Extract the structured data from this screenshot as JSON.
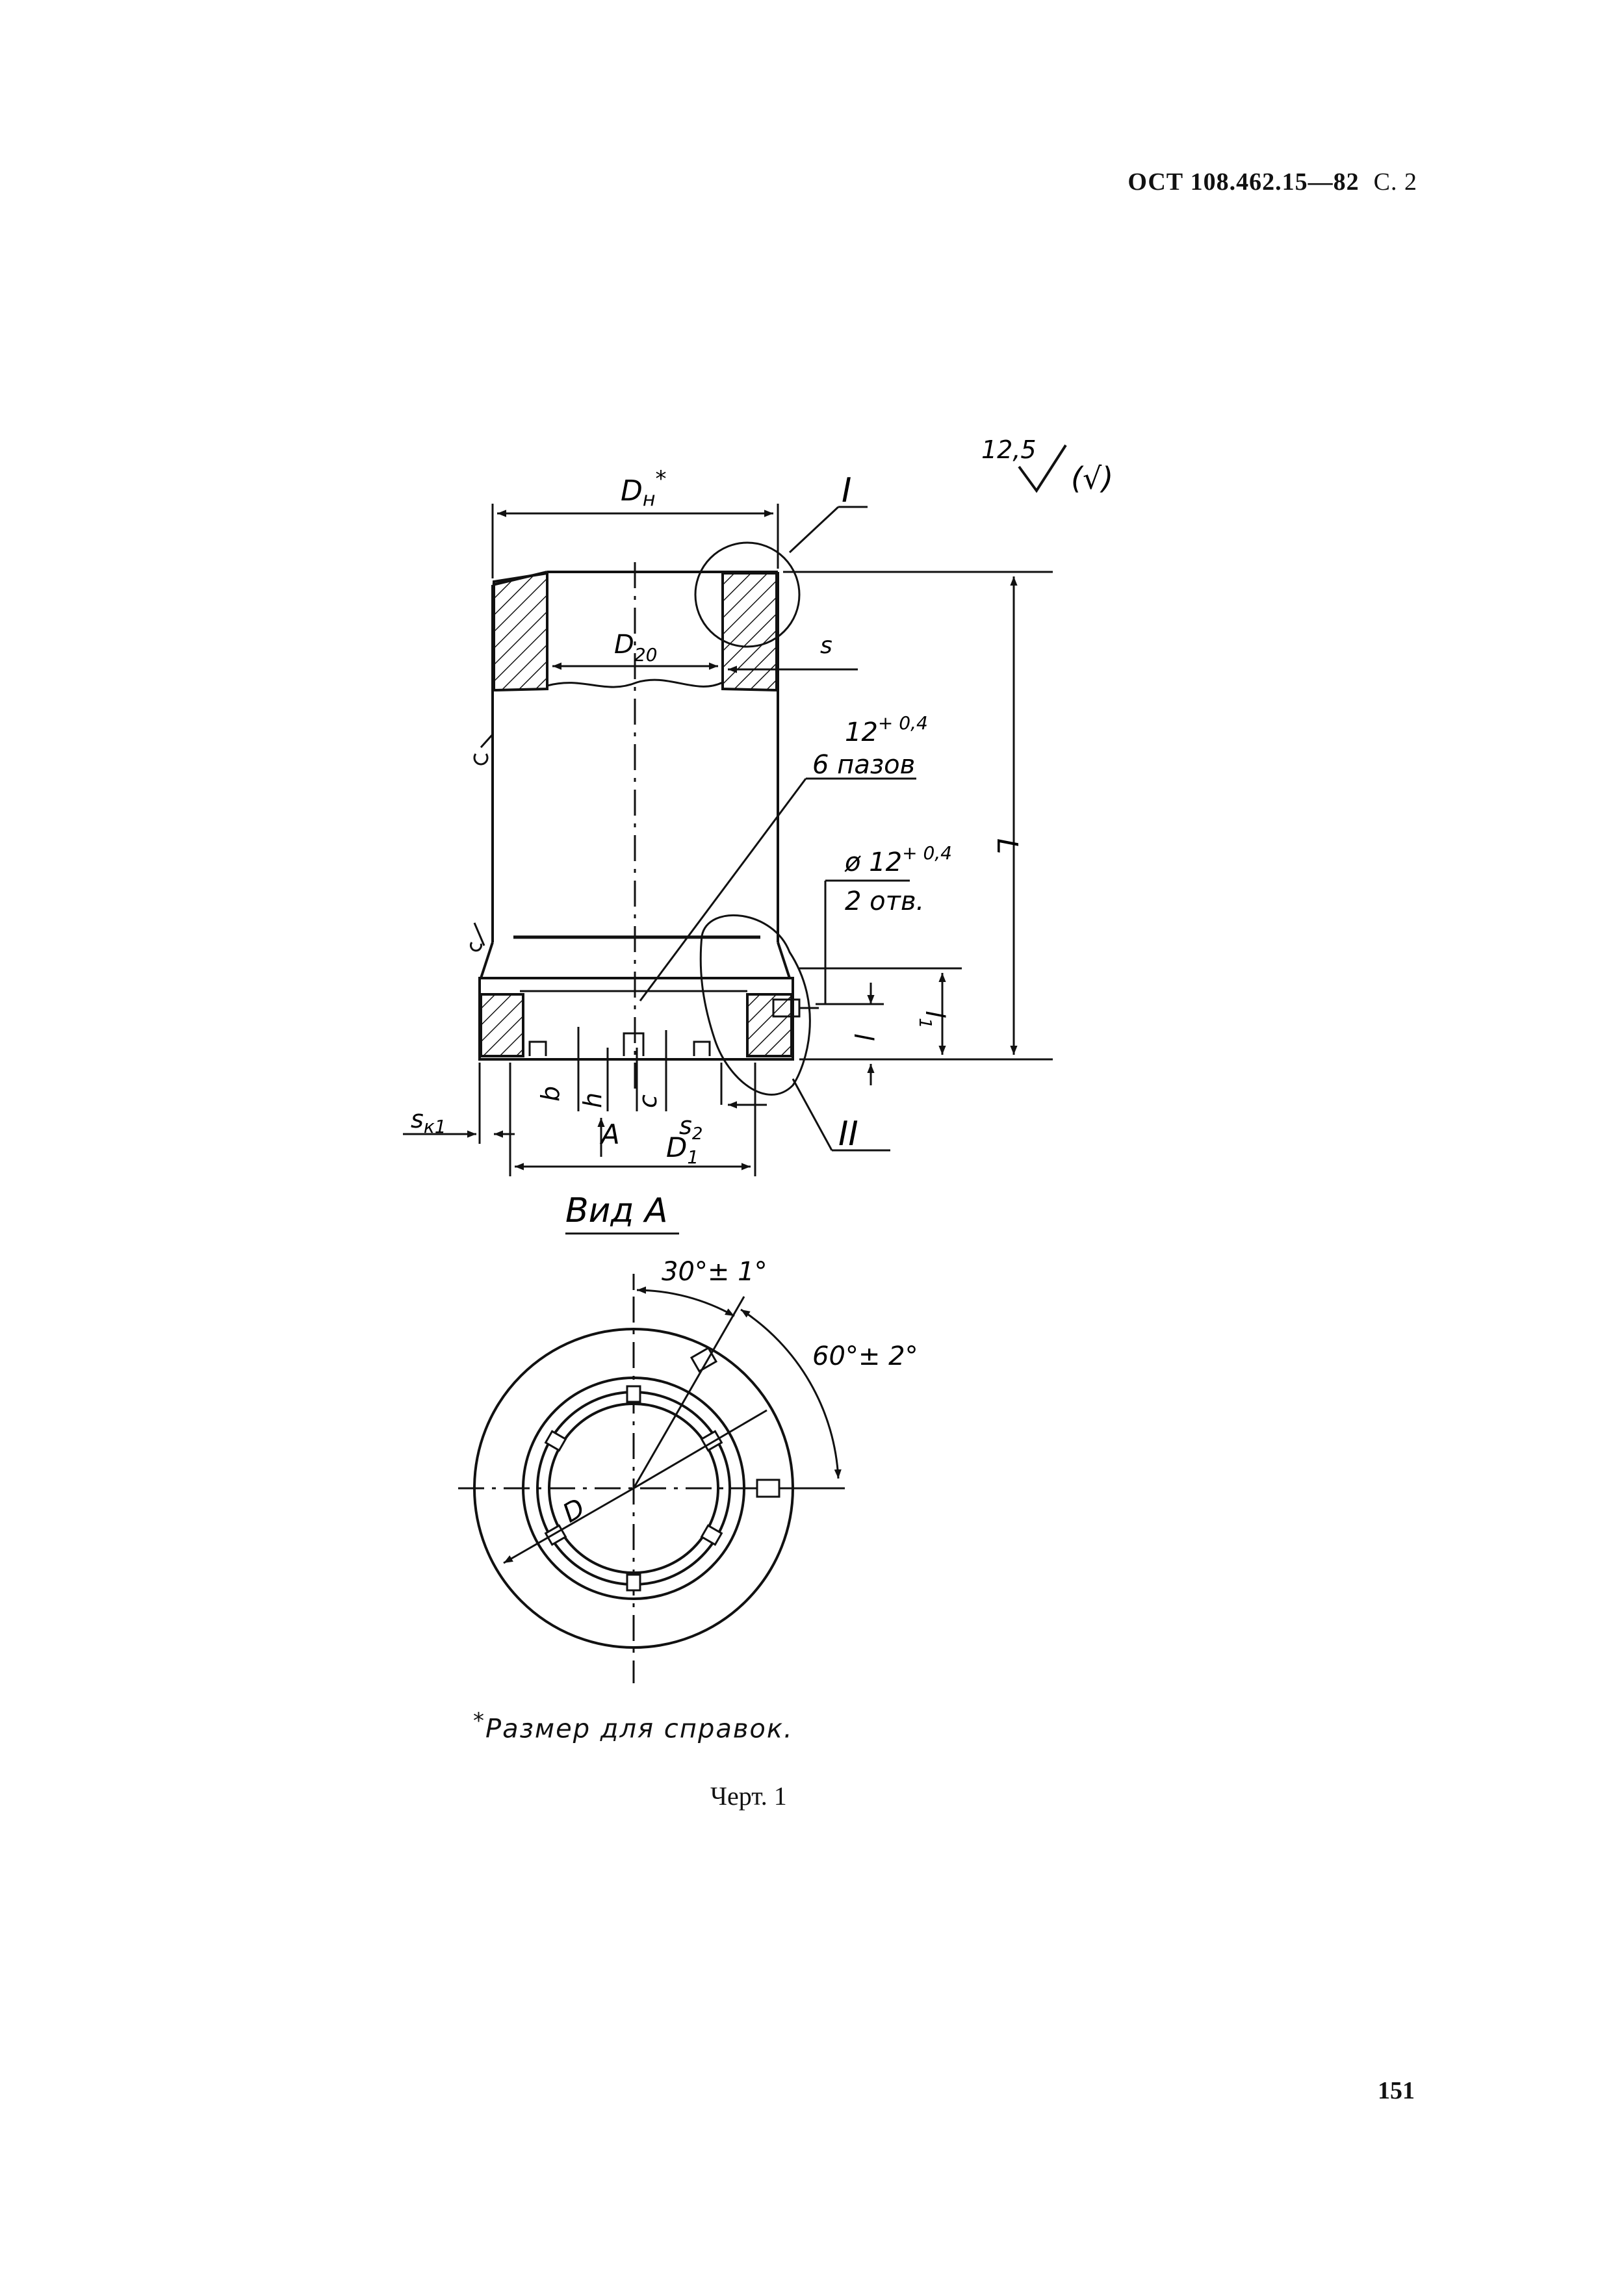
{
  "header": {
    "standard": "ОСТ 108.462.15—82",
    "page": "С. 2"
  },
  "drawing": {
    "roughness": {
      "value": "12,5",
      "other": "(√)"
    },
    "dims": {
      "outer_dia": "D",
      "outer_dia_sub": "н",
      "outer_dia_star": "*",
      "inner_dia": "D",
      "inner_dia_sub": "20",
      "wall": "s",
      "length": "L",
      "bottom_dia": "D",
      "bottom_dia_sub": "1",
      "weld_wall": "s",
      "weld_wall_sub": "к1",
      "slot_wall": "s",
      "slot_wall_sub": "2",
      "b": "b",
      "h": "h",
      "c": "c",
      "l": "l",
      "l1": "l",
      "l1_sub": "1",
      "view_arrow": "A",
      "view_dia": "D"
    },
    "callouts": {
      "detail1": "I",
      "detail2": "II",
      "slots_value": "12",
      "slots_tol": "+ 0,4",
      "slots_count": "6 пазов",
      "holes_value": "ø 12",
      "holes_tol": "+ 0,4",
      "holes_count": "2 отв."
    },
    "view": {
      "title": "Вид А",
      "angle1": "30°± 1°",
      "angle2": "60°± 2°"
    }
  },
  "note": {
    "star": "*",
    "text": "Размер для справок."
  },
  "caption": "Черт. 1",
  "page_number": "151"
}
